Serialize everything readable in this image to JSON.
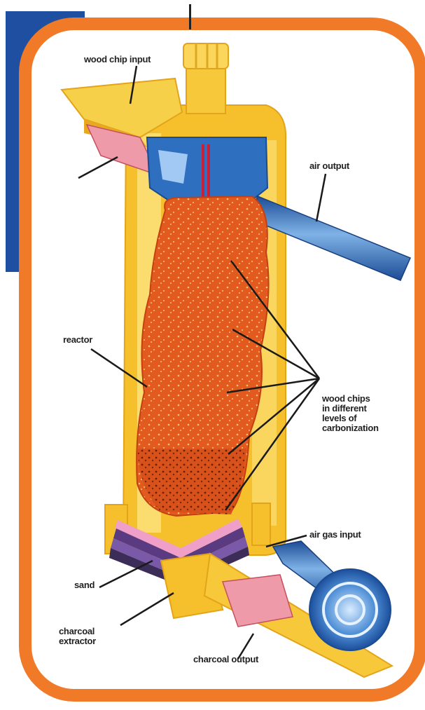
{
  "diagram": {
    "labels": {
      "wood_chip_input": "wood chip input",
      "air_output": "air output",
      "reactor": "reactor",
      "wood_chips_stages": [
        "wood chips",
        "in different",
        "levels of",
        "carbonization"
      ],
      "air_gas_input": "air gas input",
      "sand": "sand",
      "charcoal_extractor": [
        "charcoal",
        "extractor"
      ],
      "charcoal_output": "charcoal output"
    },
    "colors": {
      "frame": "#f07a28",
      "shell": "#f5c02c",
      "shell_light": "#fde88a",
      "reactor_fill": "#e65a1c",
      "blue_pipe": "#2a68b8",
      "left_bar": "#1f4fa0",
      "sand_layers": "#5a3a80",
      "charcoal_pink": "#ef9aa8"
    }
  }
}
